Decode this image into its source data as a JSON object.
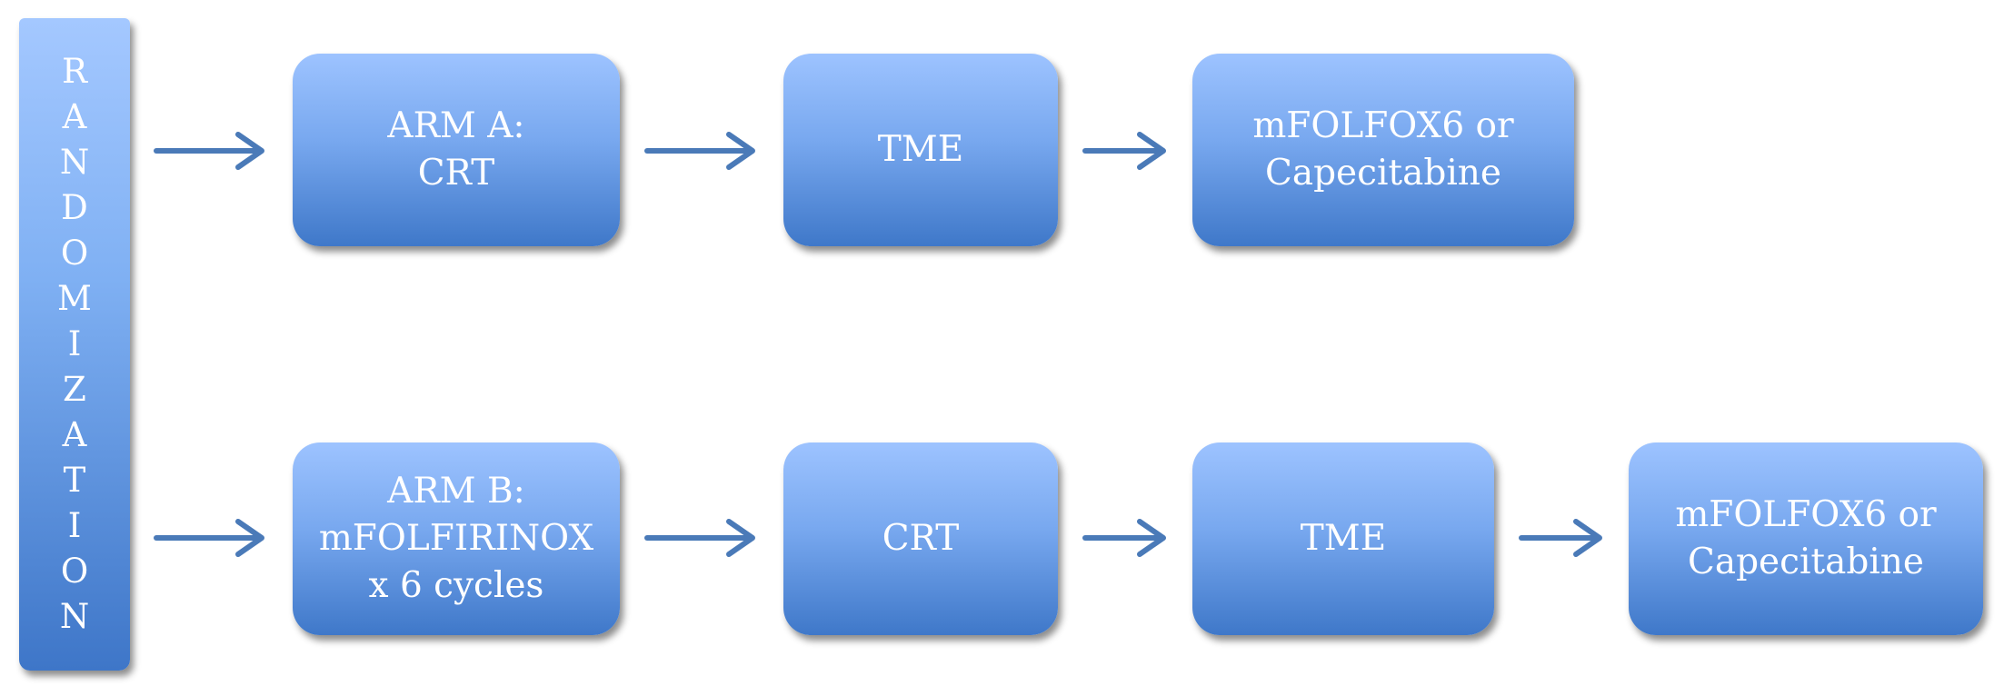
{
  "randomization": {
    "letters": [
      "R",
      "A",
      "N",
      "D",
      "O",
      "M",
      "I",
      "Z",
      "A",
      "T",
      "I",
      "O",
      "N"
    ]
  },
  "arm_a": {
    "box1": {
      "line1": "ARM A:",
      "line2": "CRT"
    },
    "box2": {
      "line1": "TME"
    },
    "box3": {
      "line1": "mFOLFOX6 or",
      "line2": "Capecitabine"
    }
  },
  "arm_b": {
    "box1": {
      "line1": "ARM B:",
      "line2": "mFOLFIRINOX",
      "line3": "x 6 cycles"
    },
    "box2": {
      "line1": "CRT"
    },
    "box3": {
      "line1": "TME"
    },
    "box4": {
      "line1": "mFOLFOX6 or",
      "line2": "Capecitabine"
    }
  },
  "colors": {
    "box_top": "#9dc3ff",
    "box_bottom": "#3f78c9",
    "arrow": "#4a7ab8"
  }
}
